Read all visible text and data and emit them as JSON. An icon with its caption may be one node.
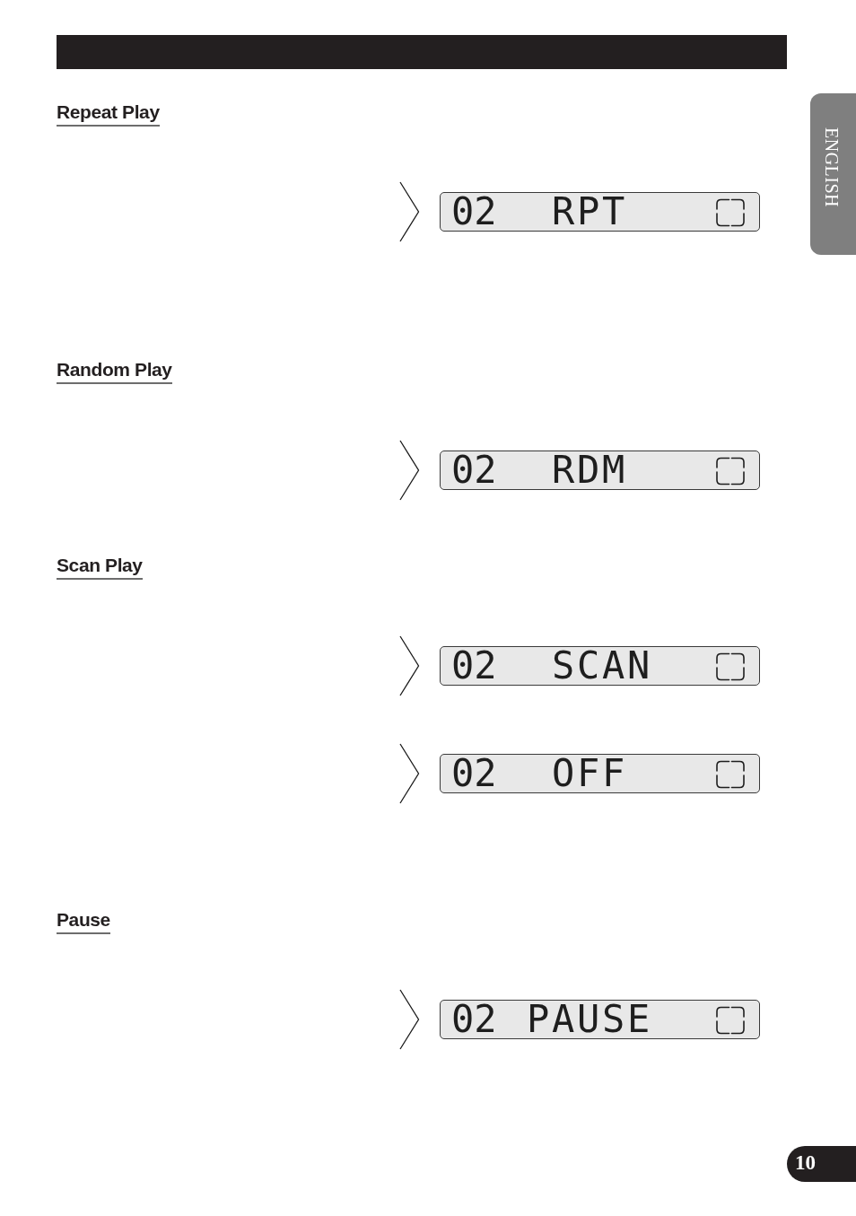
{
  "diagram": {
    "nodes": [
      {
        "text": [
          "02",
          "RPT"
        ]
      },
      {
        "text": [
          "02",
          "RDM"
        ]
      },
      {
        "text": [
          "02",
          "SCAN"
        ]
      },
      {
        "text": [
          "02",
          "OFF"
        ]
      },
      {
        "text": [
          "02",
          "PAUSE"
        ]
      },
      {
        "text": [
          "ENGLISH"
        ]
      },
      {
        "text": [
          "10"
        ]
      }
    ],
    "labels": [
      "Repeat Play",
      "Random Play",
      "Scan Play",
      "Pause"
    ]
  }
}
